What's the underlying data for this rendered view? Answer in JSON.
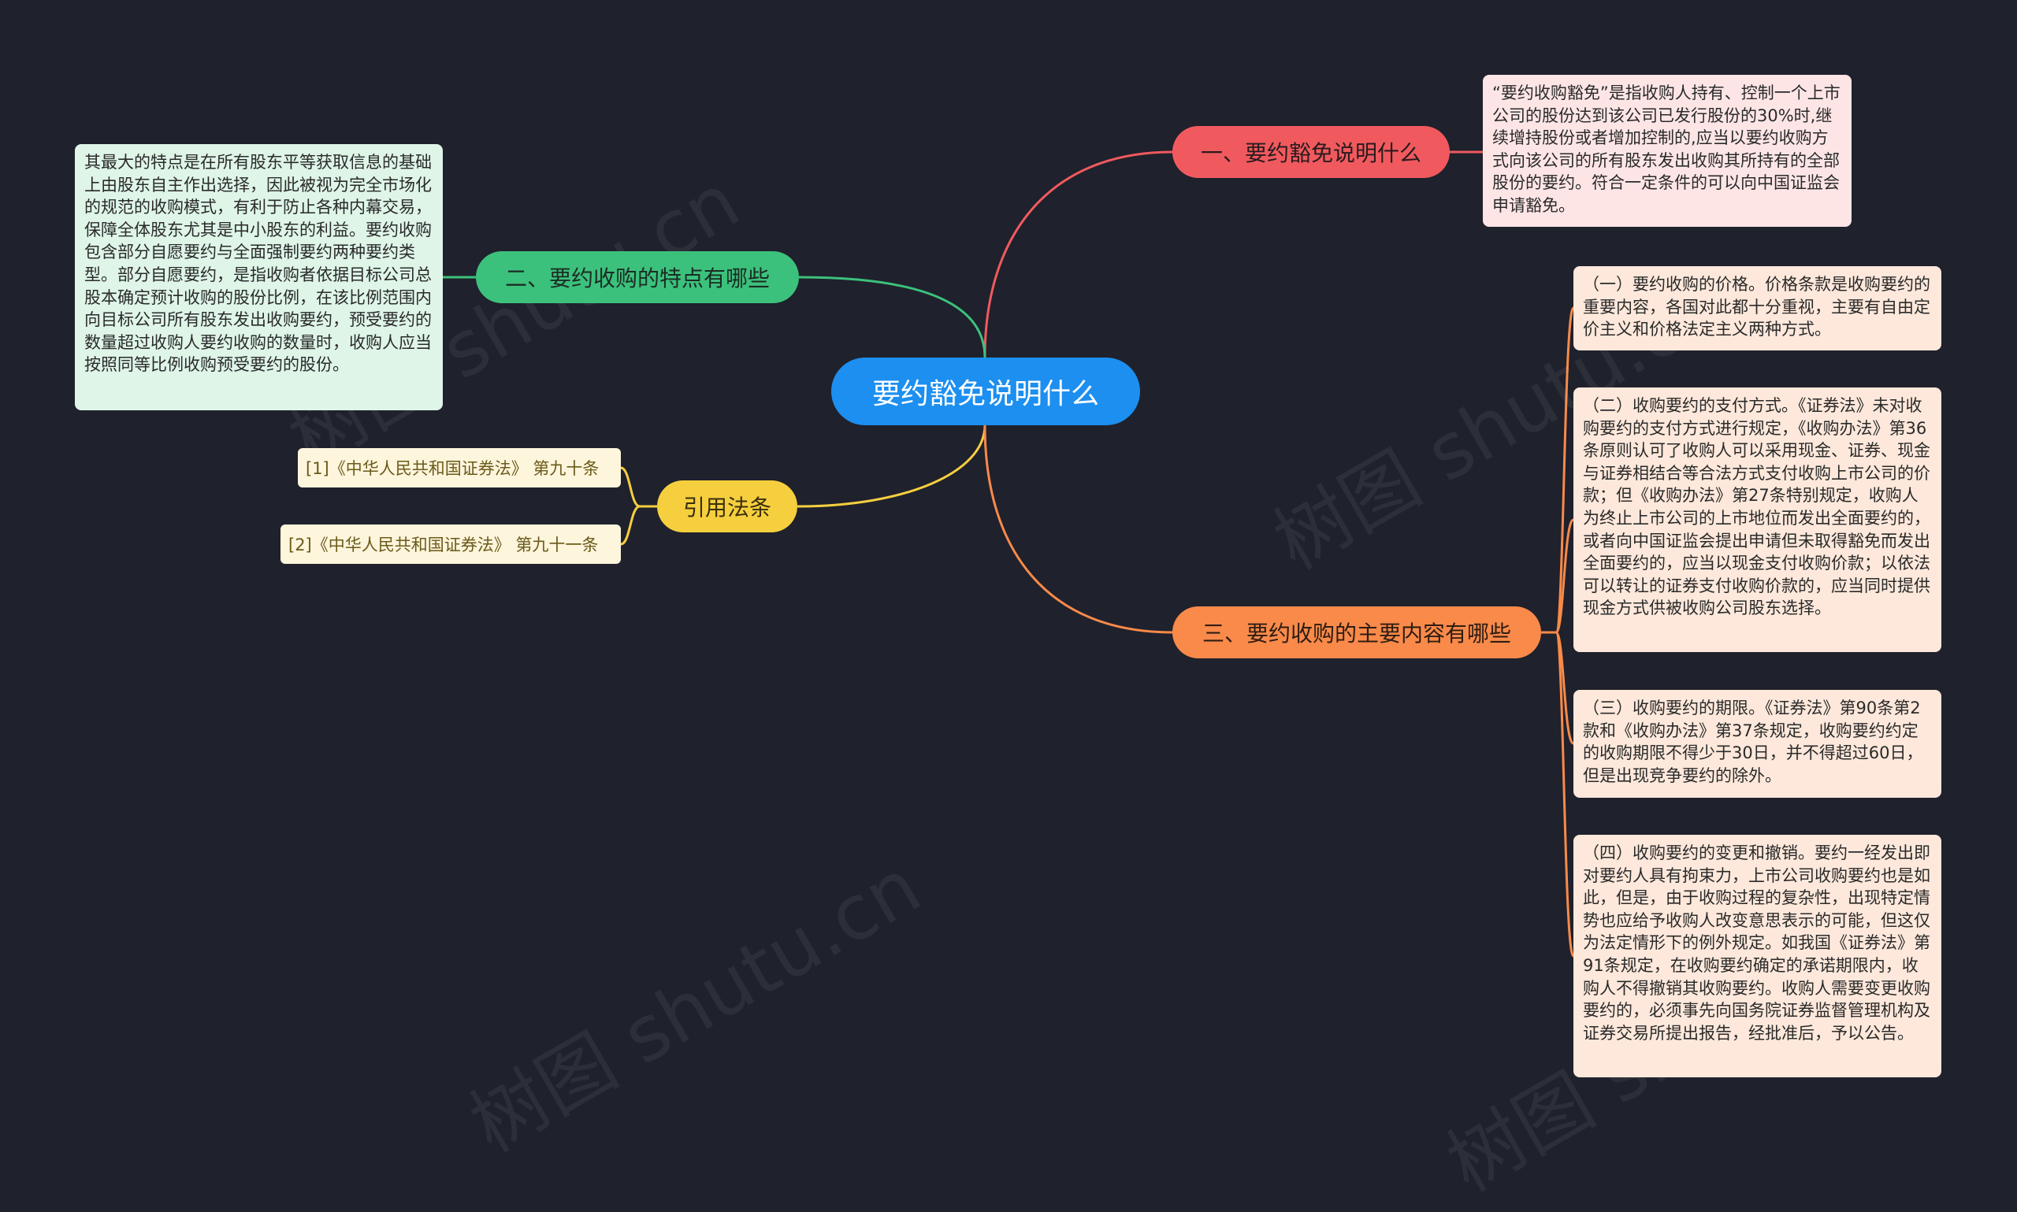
{
  "root": {
    "label": "要约豁免说明什么"
  },
  "branches": {
    "b1": {
      "label": "一、要约豁免说明什么",
      "color": "#f05a5e"
    },
    "b2": {
      "label": "二、要约收购的特点有哪些",
      "color": "#3cc17c"
    },
    "b3": {
      "label": "引用法条",
      "color": "#f6cf3f"
    },
    "b4": {
      "label": "三、要约收购的主要内容有哪些",
      "color": "#f98a4a"
    }
  },
  "details": {
    "b1_text": "“要约收购豁免”是指收购人持有、控制一个上市公司的股份达到该公司已发行股份的30%时,继续增持股份或者增加控制的,应当以要约收购方式向该公司的所有股东发出收购其所持有的全部股份的要约。符合一定条件的可以向中国证监会申请豁免。",
    "b2_text": "其最大的特点是在所有股东平等获取信息的基础上由股东自主作出选择，因此被视为完全市场化的规范的收购模式，有利于防止各种内幕交易，保障全体股东尤其是中小股东的利益。要约收购包含部分自愿要约与全面强制要约两种要约类型。部分自愿要约，是指收购者依据目标公司总股本确定预计收购的股份比例，在该比例范围内向目标公司所有股东发出收购要约，预受要约的数量超过收购人要约收购的数量时，收购人应当按照同等比例收购预受要约的股份。",
    "b3_refs": [
      "[1]《中华人民共和国证券法》 第九十条",
      "[2]《中华人民共和国证券法》 第九十一条"
    ],
    "b4_items": [
      "（一）要约收购的价格。价格条款是收购要约的重要内容，各国对此都十分重视，主要有自由定价主义和价格法定主义两种方式。",
      "（二）收购要约的支付方式。《证券法》未对收购要约的支付方式进行规定，《收购办法》第36条原则认可了收购人可以采用现金、证券、现金与证券相结合等合法方式支付收购上市公司的价款；但《收购办法》第27条特别规定，收购人为终止上市公司的上市地位而发出全面要约的，或者向中国证监会提出申请但未取得豁免而发出全面要约的，应当以现金支付收购价款；以依法可以转让的证券支付收购价款的，应当同时提供现金方式供被收购公司股东选择。",
      "（三）收购要约的期限。《证券法》第90条第2款和《收购办法》第37条规定，收购要约约定的收购期限不得少于30日，并不得超过60日，但是出现竞争要约的除外。",
      "（四）收购要约的变更和撤销。要约一经发出即对要约人具有拘束力，上市公司收购要约也是如此，但是，由于收购过程的复杂性，出现特定情势也应给予收购人改变意思表示的可能，但这仅为法定情形下的例外规定。如我国《证券法》第91条规定，在收购要约确定的承诺期限内，收购人不得撤销其收购要约。收购人需要变更收购要约的，必须事先向国务院证券监督管理机构及证券交易所提出报告，经批准后，予以公告。"
    ]
  },
  "watermark": "树图 shutu.cn"
}
